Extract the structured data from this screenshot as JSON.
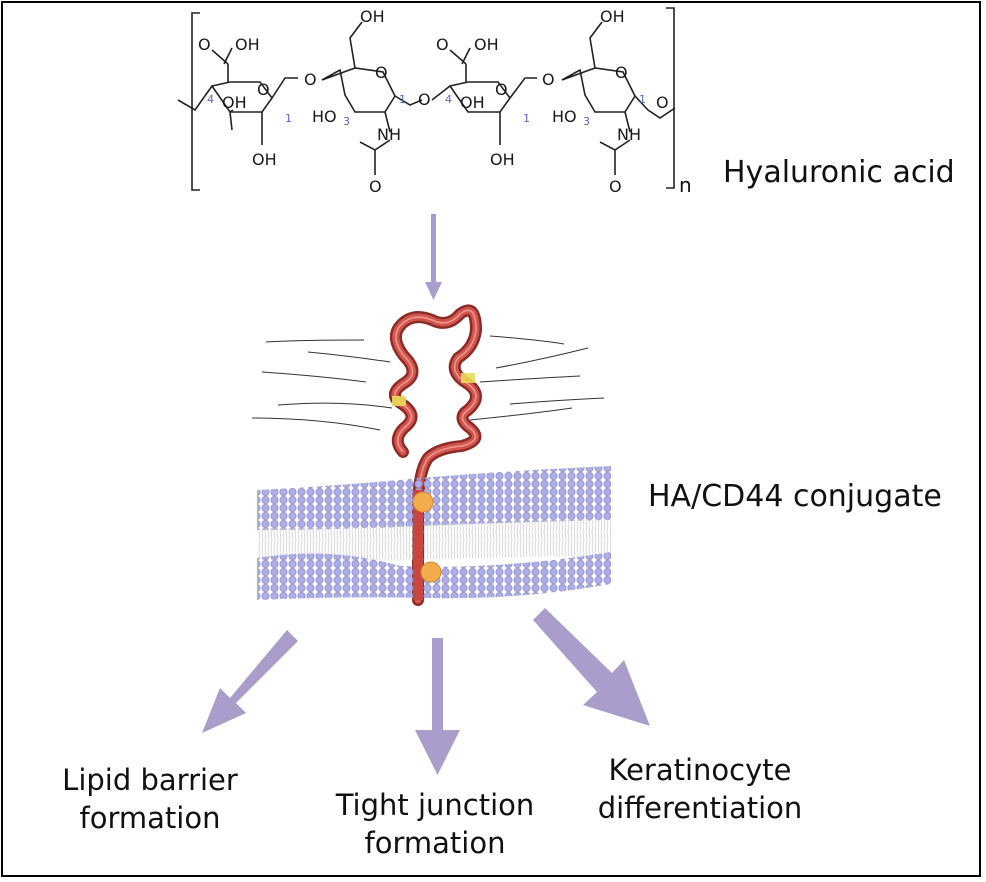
{
  "figure": {
    "molecule": {
      "name": "Hyaluronic acid",
      "repeat_index": "n",
      "atom_labels": {
        "carboxyl_O": "O",
        "carboxyl_OH": "OH",
        "hydroxyl": "OH",
        "hydroxyl_left": "HO",
        "ring_oxygen": "O",
        "glycosidic_oxygen": "O",
        "amide_NH": "NH",
        "amide_O": "O"
      },
      "carbon_numbers": [
        "4",
        "1",
        "3",
        "1",
        "4",
        "1",
        "3",
        "1"
      ]
    },
    "membrane_label": "HA/CD44 conjugate",
    "outcomes": [
      {
        "line1": "Lipid barrier",
        "line2": "formation"
      },
      {
        "line1": "Tight junction",
        "line2": "formation"
      },
      {
        "line1": "Keratinocyte",
        "line2": "differentiation"
      }
    ],
    "colors": {
      "arrow": "#ab9dcb",
      "protein": "#c8463f",
      "membrane_head": "#a9a9e0",
      "anchor": "#f0a84a",
      "bond": "#222222",
      "carbon_number": "#5b63c7"
    }
  }
}
